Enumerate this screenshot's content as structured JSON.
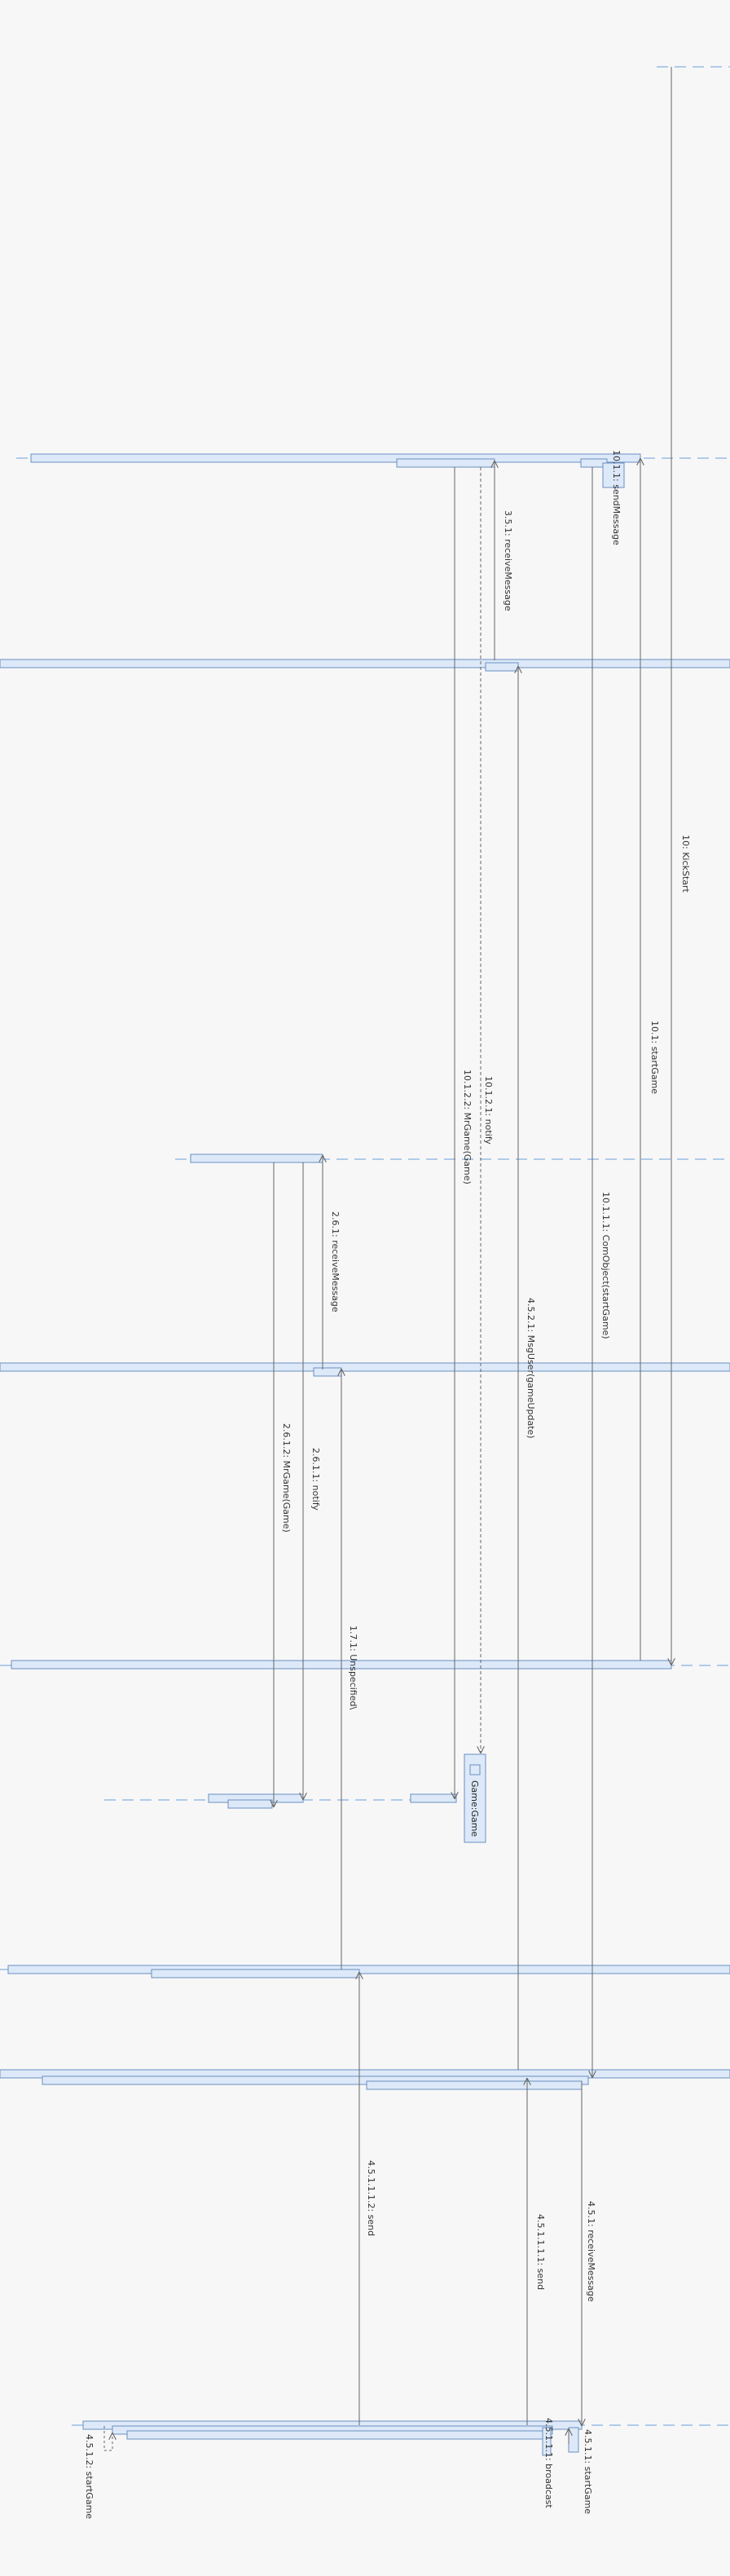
{
  "diagram": {
    "type": "sequence",
    "colors": {
      "background": "#f7f7f8",
      "lifeline": "#6a9fd8",
      "activation_fill": "#dde9f8",
      "activation_stroke": "#6a8fc0",
      "message": "#666666"
    },
    "object_label": "Game:Game",
    "messages": [
      "10: KickStart",
      "10.1: startGame",
      "10.1.1: sendMessage",
      "10.1.1.1: ComObject(startGame)",
      "3.5.1: receiveMessage",
      "10.1.2.1: notify",
      "10.1.2.2: MrGame(Game)",
      "4.5.2.1: MsgUser(gameUpdate)",
      "2.6.1: receiveMessage",
      "2.6.1.1: notify",
      "2.6.1.2: MrGame(Game)",
      "1.7.1: Unspecified\\",
      "4.5.1: receiveMessage",
      "4.5.1.1.1.1: send",
      "4.5.1.1.1.2: send",
      "4.5.1.1: startGame",
      "4.5.1.1.1: broadcast",
      "4.5.1.2: startGame"
    ]
  }
}
